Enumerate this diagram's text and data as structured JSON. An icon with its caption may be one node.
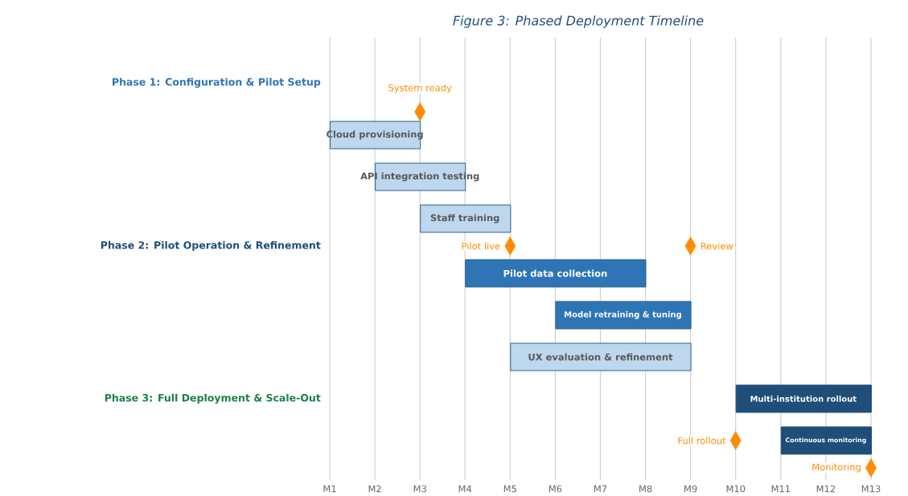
{
  "diagram": {
    "title": "Figure 3: Phased Deployment Timeline",
    "nodes": [
      {
        "text": [],
        "shape": "diamond",
        "beside": [
          "System ready"
        ]
      },
      {
        "text": [
          "Cloud provisioning"
        ]
      },
      {
        "text": [
          "API integration testing"
        ]
      },
      {
        "text": [
          "Staff training"
        ]
      },
      {
        "text": [],
        "shape": "diamond",
        "beside": [
          "Pilot live"
        ]
      },
      {
        "text": [
          "Pilot data collection"
        ]
      },
      {
        "text": [],
        "shape": "diamond",
        "beside": [
          "Review"
        ]
      },
      {
        "text": [
          "Model retraining & tuning"
        ]
      },
      {
        "text": [
          "UX evaluation & refinement"
        ]
      },
      {
        "text": [
          "Multi-institution rollout"
        ]
      },
      {
        "text": [],
        "shape": "diamond",
        "beside": [
          "Full rollout"
        ]
      },
      {
        "text": [
          "Continuous monitoring"
        ]
      },
      {
        "text": [],
        "shape": "diamond",
        "beside": [
          "Monitoring"
        ]
      }
    ],
    "edges": [],
    "labels": [
      "Phase 1: Configuration & Pilot Setup",
      "Phase 2: Pilot Operation & Refinement",
      "Phase 3: Full Deployment & Scale-Out",
      "M1",
      "M2",
      "M3",
      "M4",
      "M5",
      "M6",
      "M7",
      "M8",
      "M9",
      "M10",
      "M11",
      "M12",
      "M13"
    ]
  }
}
